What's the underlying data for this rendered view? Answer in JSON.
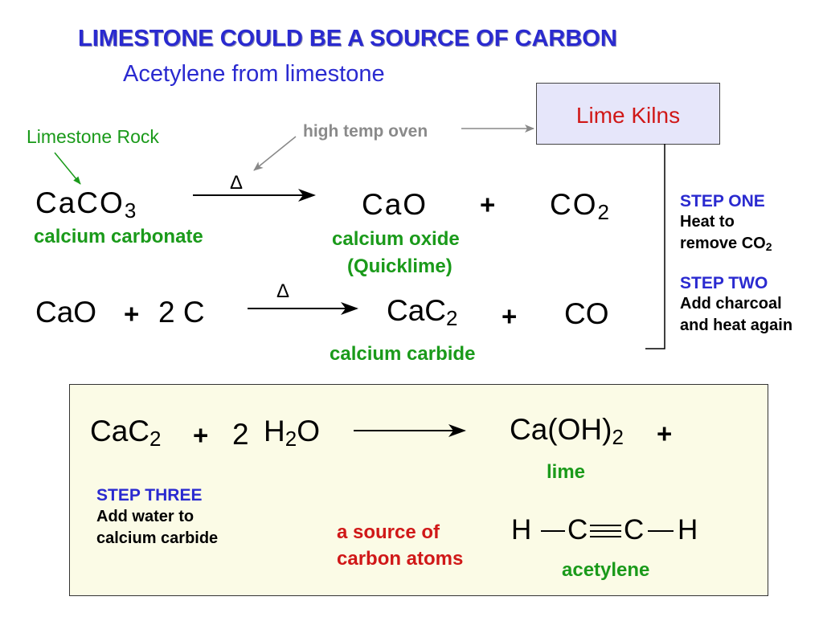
{
  "slide": {
    "title": "LIMESTONE COULD BE A SOURCE OF CARBON",
    "subtitle": "Acetylene from limestone"
  },
  "labels": {
    "limestone_rock": "Limestone Rock",
    "high_temp_oven": "high temp oven",
    "lime_kilns": "Lime Kilns"
  },
  "reaction1": {
    "reactant": {
      "text": "CaCO",
      "sub": "3",
      "name": "calcium carbonate"
    },
    "condition": "Δ",
    "product1": {
      "text": "CaO",
      "name": "calcium oxide",
      "alt_name": "(Quicklime)"
    },
    "plus": "+",
    "product2": {
      "text": "CO",
      "sub": "2"
    }
  },
  "reaction2": {
    "reactant1": "CaO",
    "plus1": "+",
    "reactant2": "2 C",
    "condition": "Δ",
    "product1": {
      "text": "CaC",
      "sub": "2",
      "name": "calcium carbide"
    },
    "plus2": "+",
    "product2": "CO"
  },
  "steps": {
    "one": {
      "heading": "STEP ONE",
      "line1": "Heat to",
      "line2": "remove CO",
      "line2_sub": "2"
    },
    "two": {
      "heading": "STEP TWO",
      "line1": "Add charcoal",
      "line2": "and heat again"
    },
    "three": {
      "heading": "STEP THREE",
      "line1": "Add water to",
      "line2": "calcium carbide"
    }
  },
  "reaction3": {
    "reactant1": {
      "text": "CaC",
      "sub": "2"
    },
    "plus1": "+",
    "coef": "2",
    "reactant2": {
      "pre": "H",
      "sub": "2",
      "post": "O"
    },
    "product1": {
      "text": "Ca(OH)",
      "sub": "2",
      "name": "lime"
    },
    "plus2": "+",
    "acetylene": {
      "h1": "H",
      "c1": "C",
      "c2": "C",
      "h2": "H",
      "name": "acetylene"
    },
    "note_line1": "a source of",
    "note_line2": "carbon atoms"
  },
  "colors": {
    "title_blue": "#2a2ad0",
    "name_green": "#1a9a1a",
    "accent_red": "#d01818",
    "kiln_fill": "#e6e6fa",
    "box_fill": "#fbfbe6"
  }
}
